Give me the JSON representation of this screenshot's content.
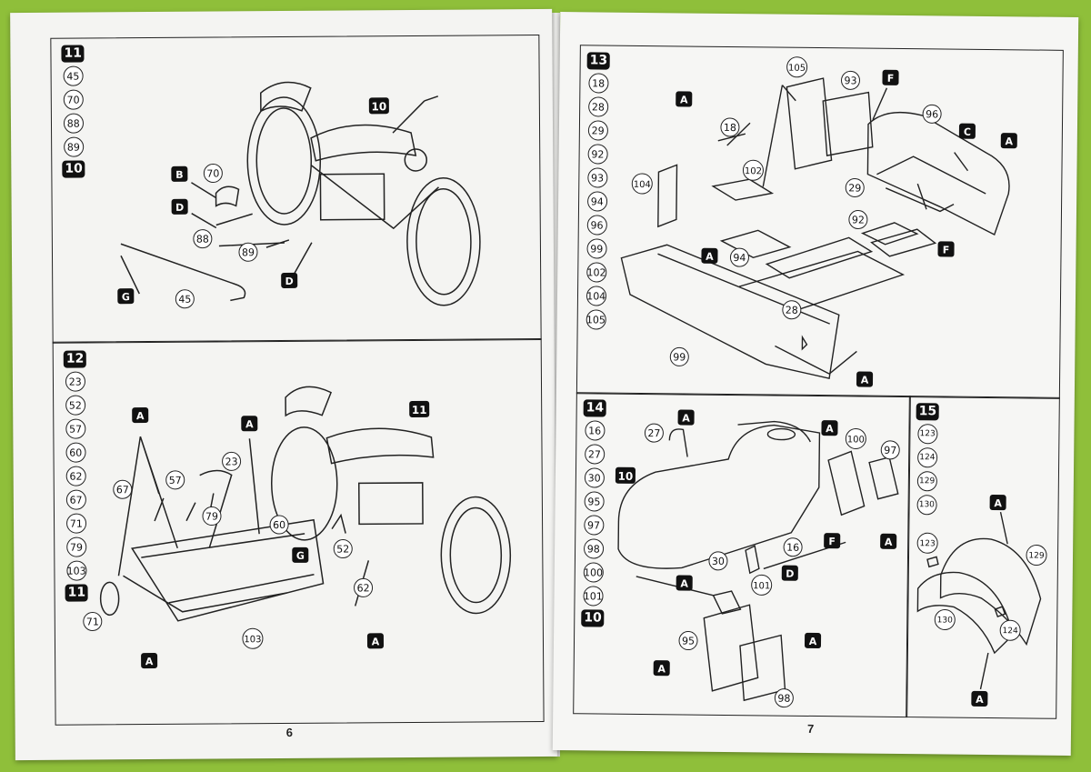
{
  "left_page": {
    "page_number": "6",
    "step11": {
      "step": "11",
      "parts": [
        "45",
        "70",
        "88",
        "89"
      ],
      "sub_step": "10",
      "assembly_ref": "10",
      "callouts": {
        "p70": "70",
        "p88": "88",
        "p89": "89",
        "p45": "45"
      },
      "glue": {
        "b": "B",
        "d1": "D",
        "d2": "D",
        "g": "G"
      }
    },
    "step12": {
      "step": "12",
      "parts": [
        "23",
        "52",
        "57",
        "60",
        "62",
        "67",
        "71",
        "79",
        "103"
      ],
      "sub_step": "11",
      "assembly_ref": "11",
      "callouts": {
        "p67": "67",
        "p57": "57",
        "p23": "23",
        "p79": "79",
        "p60": "60",
        "p52": "52",
        "p62": "62",
        "p71": "71",
        "p103": "103"
      },
      "glue": {
        "a1": "A",
        "a2": "A",
        "a3": "A",
        "a4": "A",
        "g": "G"
      }
    }
  },
  "right_page": {
    "page_number": "7",
    "step13": {
      "step": "13",
      "parts": [
        "18",
        "28",
        "29",
        "92",
        "93",
        "94",
        "96",
        "99",
        "102",
        "104",
        "105"
      ],
      "callouts": {
        "p105": "105",
        "p93": "93",
        "p18": "18",
        "p96": "96",
        "p102": "102",
        "p104": "104",
        "p29": "29",
        "p92": "92",
        "p94": "94",
        "p28": "28",
        "p99": "99"
      },
      "glue": {
        "a1": "A",
        "a2": "A",
        "a3": "A",
        "a4": "A",
        "f1": "F",
        "f2": "F",
        "c": "C"
      }
    },
    "step14": {
      "step": "14",
      "parts": [
        "16",
        "27",
        "30",
        "95",
        "97",
        "98",
        "100",
        "101"
      ],
      "sub_step": "10",
      "assembly_ref": "10",
      "callouts": {
        "p27": "27",
        "p100": "100",
        "p97": "97",
        "p30": "30",
        "p16": "16",
        "p101": "101",
        "p95": "95",
        "p98": "98"
      },
      "glue": {
        "a1": "A",
        "a2": "A",
        "a3": "A",
        "a4": "A",
        "a5": "A",
        "a6": "A",
        "f": "F",
        "d": "D"
      }
    },
    "step15": {
      "step": "15",
      "parts": [
        "123",
        "124",
        "129",
        "130"
      ],
      "callouts": {
        "p123": "123",
        "p129": "129",
        "p130": "130",
        "p124": "124"
      },
      "glue": {
        "a1": "A",
        "a2": "A"
      }
    }
  }
}
